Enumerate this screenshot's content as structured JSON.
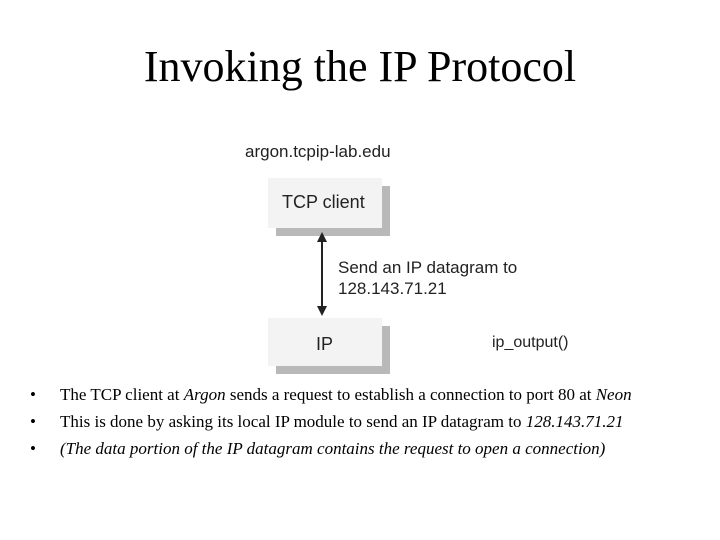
{
  "title": "Invoking the IP Protocol",
  "diagram": {
    "host": "argon.tcpip-lab.edu",
    "tcp_box": "TCP client",
    "ip_box": "IP",
    "arrow_label_line1": "Send an IP datagram to",
    "arrow_label_line2": "128.143.71.21",
    "ip_call": "ip_output()"
  },
  "bullets": [
    {
      "pre": "The TCP client at ",
      "em1": "Argon",
      "mid": " sends a request to establish a connection to port 80 at ",
      "em2": "Neon"
    },
    {
      "pre": "This is done by asking its local IP module to send an IP datagram to ",
      "em1": "128.143.71.21"
    },
    {
      "em1": "(The data portion of the IP datagram contains the request to open a connection)"
    }
  ],
  "bullet_symbol": "•"
}
